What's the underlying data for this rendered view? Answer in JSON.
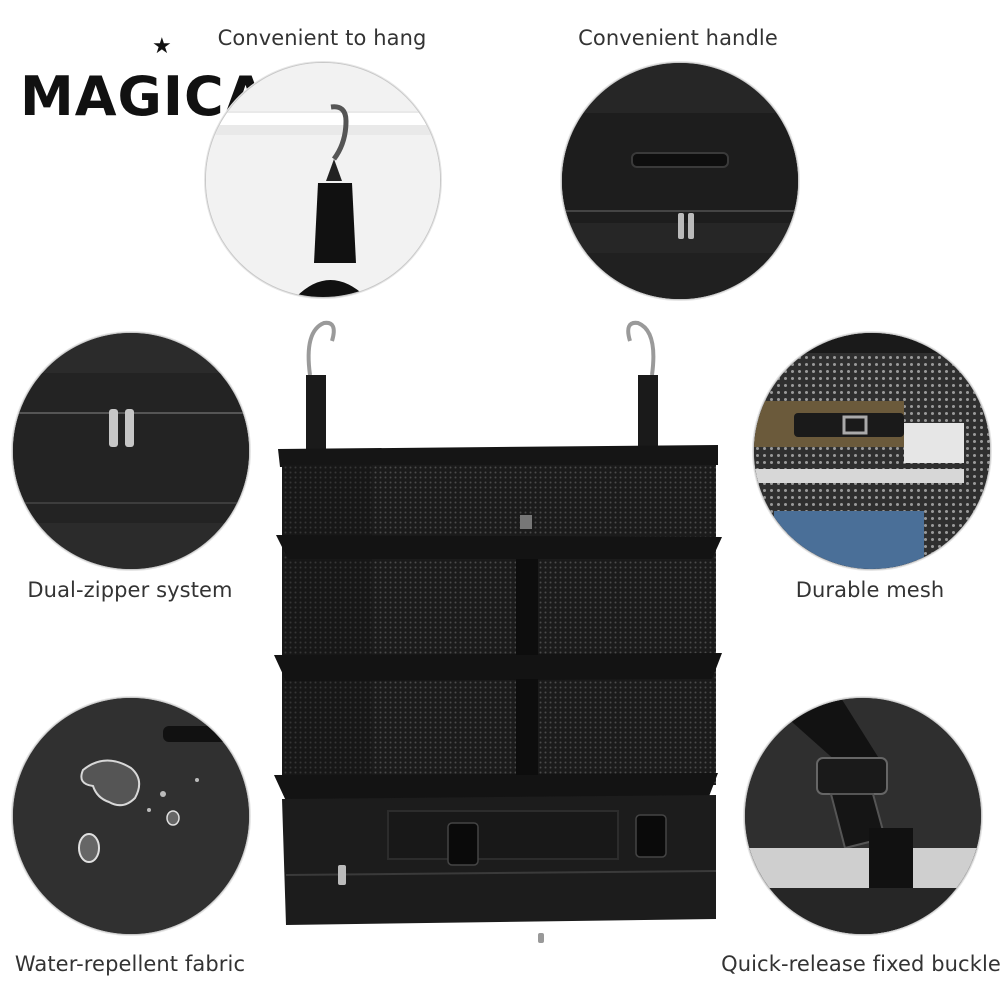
{
  "brand": {
    "logo_text": "MAGICAL",
    "logo_star_icon": "star-icon"
  },
  "features": {
    "hang": "Convenient to hang",
    "handle": "Convenient handle",
    "zipper": "Dual-zipper system",
    "mesh": "Durable mesh",
    "fabric": "Water-repellent fabric",
    "buckle": "Quick-release fixed buckle"
  },
  "colors": {
    "product_body": "#1c1c1c",
    "mesh": "#2a2a2a",
    "label_text": "#333333",
    "background": "#ffffff"
  }
}
